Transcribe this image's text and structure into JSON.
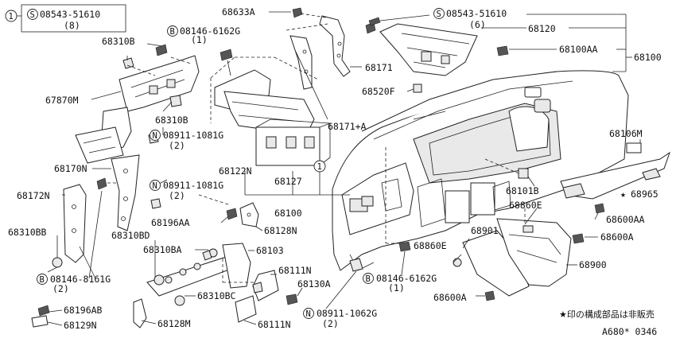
{
  "ref_one": {
    "circle": "1",
    "s_mark": "S",
    "part": "08543-51610",
    "qty": "(8)"
  },
  "labels": {
    "p68310B_top": "68310B",
    "p08146_6162G_top": "08146-6162G",
    "p08146_6162G_top_qty": "(1)",
    "p67870M": "67870M",
    "p68310B_mid": "68310B",
    "p08911_1081G_a": "08911-1081G",
    "p08911_1081G_a_qty": "(2)",
    "p68170N": "68170N",
    "p68172N": "68172N",
    "p68310BB": "68310BB",
    "p08146_8161G": "08146-8161G",
    "p08146_8161G_qty": "(2)",
    "p68196AB": "68196AB",
    "p68129N": "68129N",
    "p68633A": "68633A",
    "p68171": "68171",
    "p68520F": "68520F",
    "p68171A": "68171+A",
    "p68122N": "68122N",
    "p68127": "68127",
    "p68100_bottom": "68100",
    "p08911_1081G_b": "08911-1081G",
    "p08911_1081G_b_qty": "(2)",
    "p68196AA": "68196AA",
    "p68128N": "68128N",
    "p68310BD": "68310BD",
    "p68310BA": "68310BA",
    "p68103": "68103",
    "p68310BC": "68310BC",
    "p68128M": "68128M",
    "p68111N_top": "68111N",
    "p68130A": "68130A",
    "p68111N_bottom": "68111N",
    "p08911_1062G": "08911-1062G",
    "p08911_1062G_qty": "(2)",
    "p08146_6162G_low": "08146-6162G",
    "p08146_6162G_low_qty": "(1)",
    "p08543_top_right": "08543-51610",
    "p08543_top_right_qty": "(6)",
    "p68120": "68120",
    "p68100AA": "68100AA",
    "p68100_right": "68100",
    "p68101B": "68101B",
    "p68106M": "68106M",
    "p68965": "68965",
    "p68860E_a": "68860E",
    "p68600AA": "68600AA",
    "p68901": "68901",
    "p68600A_r": "68600A",
    "p68860E_b": "68860E",
    "p68900": "68900",
    "p68600A_b": "68600A",
    "callout_1": "1"
  },
  "marks": {
    "S": "S",
    "B": "B",
    "N": "N",
    "star": "★"
  },
  "footnote": "★印の構成部品は非販売",
  "drawing_code": "A680* 0346"
}
